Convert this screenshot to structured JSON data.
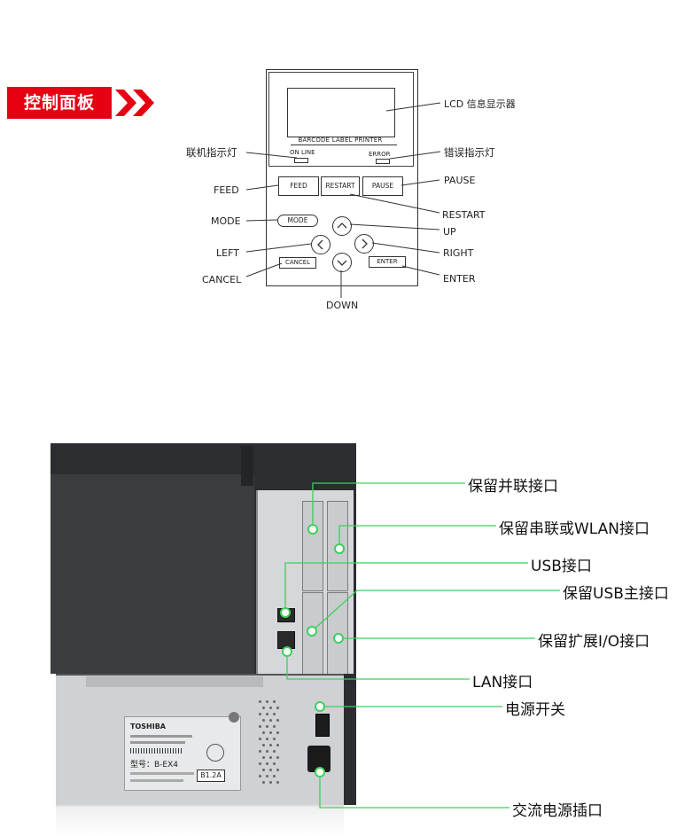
{
  "section_tag": {
    "label": "控制面板"
  },
  "panel": {
    "brand": "BARCODE LABEL PRINTER",
    "online_lamp": "ON LINE",
    "error_lamp": "ERROR",
    "keys": {
      "feed": "FEED",
      "restart": "RESTART",
      "pause": "PAUSE",
      "mode": "MODE",
      "cancel": "CANCEL",
      "enter": "ENTER"
    }
  },
  "callouts": {
    "lcd": "LCD 信息显示器",
    "online": "联机指示灯",
    "error": "错误指示灯",
    "feed": "FEED",
    "pause": "PAUSE",
    "restart": "RESTART",
    "mode": "MODE",
    "up": "UP",
    "left": "LEFT",
    "right": "RIGHT",
    "cancel": "CANCEL",
    "enter": "ENTER",
    "down": "DOWN"
  },
  "printer": {
    "sheet_brand": "TOSHIBA",
    "sheet_model": "型号：B-EX4",
    "badge": "B1.2A"
  },
  "connectors": {
    "parallel": "保留并联接口",
    "serial_wlan": "保留串联或WLAN接口",
    "usb": "USB接口",
    "usb_host": "保留USB主接口",
    "io": "保留扩展I/O接口",
    "lan": "LAN接口",
    "power_switch": "电源开关",
    "ac_socket": "交流电源插口"
  },
  "colors": {
    "tag_red": "#e60012",
    "callout_green": "#3bd15a"
  }
}
